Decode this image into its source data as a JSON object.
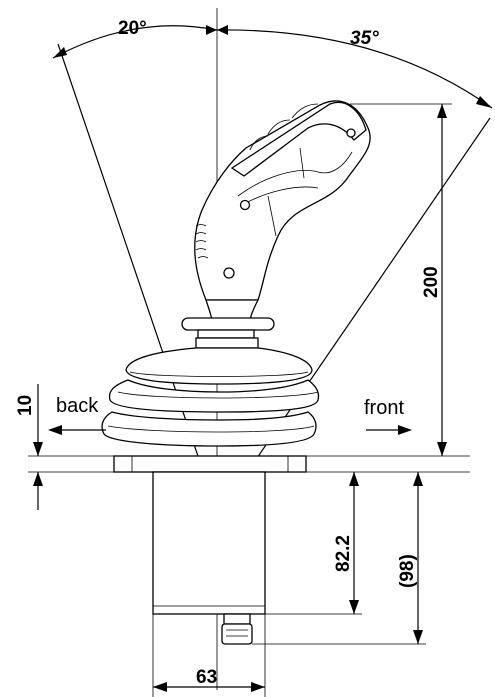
{
  "angles": {
    "back_angle": "20°",
    "front_angle": "35°"
  },
  "dimensions": {
    "height_above_flange": "200",
    "flange_thickness": "10",
    "body_length": "82.2",
    "total_length_below": "(98)",
    "body_width": "63"
  },
  "directions": {
    "back": "back",
    "front": "front"
  }
}
